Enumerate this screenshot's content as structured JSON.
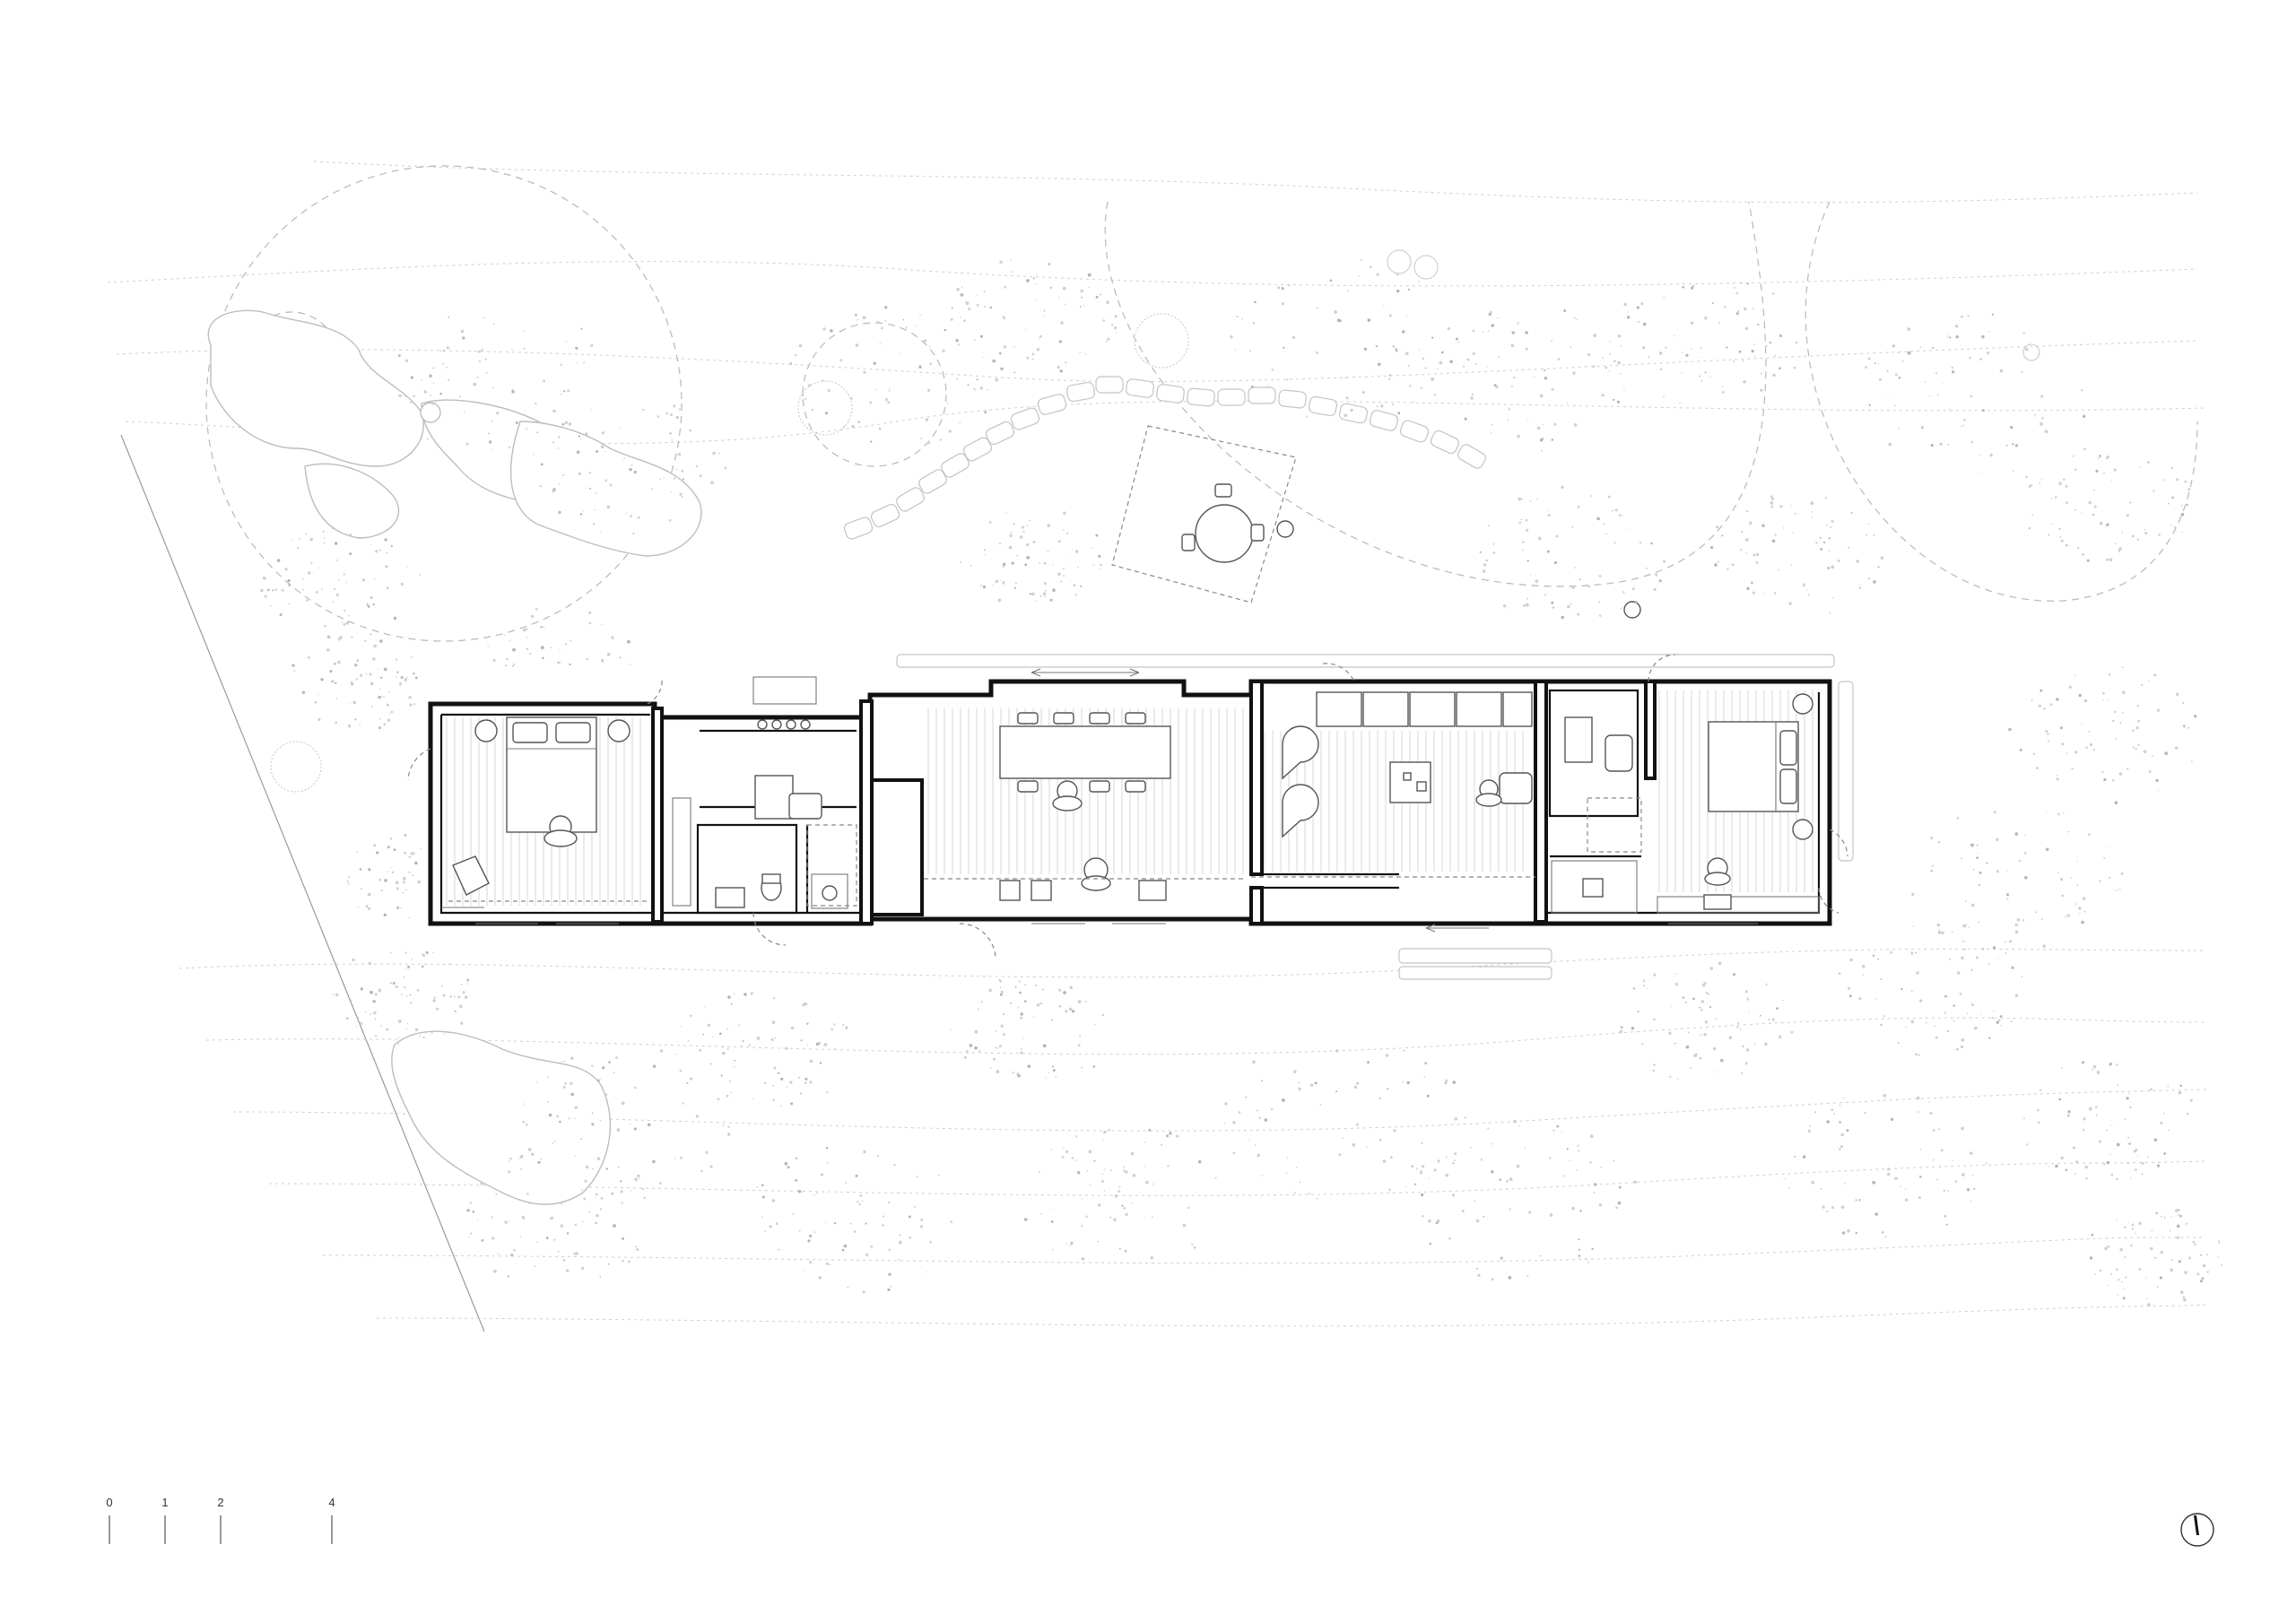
{
  "drawing": {
    "type": "floor plan with site",
    "scale_bar": {
      "labels": [
        "0",
        "1",
        "2",
        "4"
      ]
    },
    "north_arrow": "north-arrow-icon"
  },
  "colors": {
    "background": "#ffffff",
    "walls": "#111111",
    "furniture": "#555555",
    "landscape": "#c6c6c6"
  }
}
